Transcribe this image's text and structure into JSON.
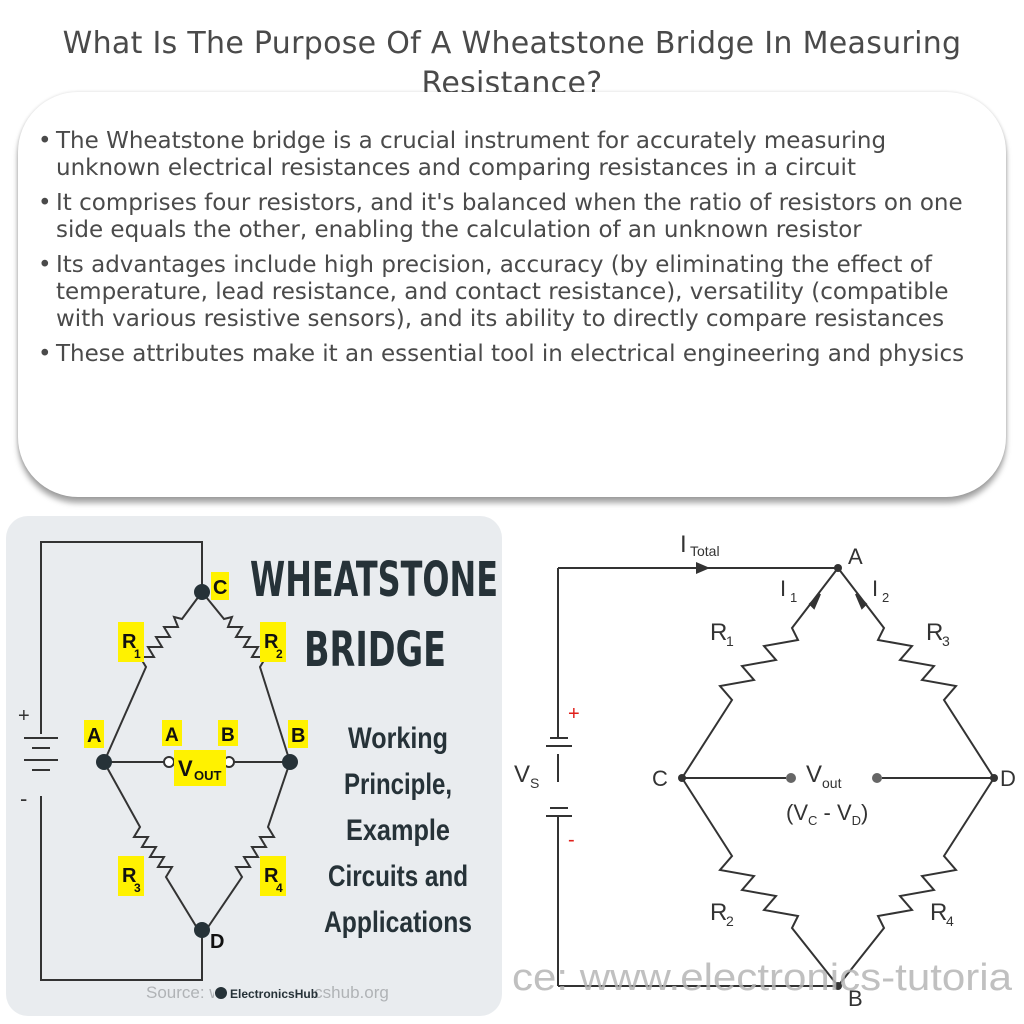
{
  "page_title": "What Is The Purpose Of A Wheatstone Bridge In Measuring Resistance?",
  "bullets": [
    "The Wheatstone bridge is a crucial instrument for accurately measuring unknown electrical resistances and comparing resistances in a circuit",
    "It comprises four resistors, and it's balanced when the ratio of resistors on one side equals the other, enabling the calculation of an unknown resistor",
    "Its advantages include high precision, accuracy (by eliminating the effect of temperature, lead resistance, and contact resistance), versatility (compatible with various resistive sensors), and its ability to directly compare resistances",
    "These attributes make it an essential tool in electrical engineering and physics"
  ],
  "left_image": {
    "heading_line1": "WHEATSTONE",
    "heading_line2": "BRIDGE",
    "subtitle_lines": [
      "Working",
      "Principle,",
      "Example",
      "Circuits and",
      "Applications"
    ],
    "nodes": {
      "a": "A",
      "b": "B",
      "c": "C",
      "d": "D"
    },
    "resistors": {
      "r1": "R",
      "r1_sub": "1",
      "r2": "R",
      "r2_sub": "2",
      "r3": "R",
      "r3_sub": "3",
      "r4": "R",
      "r4_sub": "4"
    },
    "vout": "V",
    "vout_sub": "OUT",
    "plus": "+",
    "minus": "-",
    "source_text": "Source: www.electronicshub.org",
    "logo_text": "ElectronicsHub",
    "label_color": "#fff200"
  },
  "right_image": {
    "i_total": "I",
    "i_total_sub": "Total",
    "i1": "I",
    "i1_sub": "1",
    "i2": "I",
    "i2_sub": "2",
    "nodes": {
      "a": "A",
      "b": "B",
      "c": "C",
      "d": "D"
    },
    "resistors": {
      "r1": "R",
      "r1_sub": "1",
      "r2": "R",
      "r2_sub": "2",
      "r3": "R",
      "r3_sub": "3",
      "r4": "R",
      "r4_sub": "4"
    },
    "vs": "V",
    "vs_sub": "S",
    "plus": "+",
    "minus": "-",
    "vout": "V",
    "vout_sub": "out",
    "vout_expr": "(V",
    "vout_expr_c": "C",
    "vout_expr_mid": " - V",
    "vout_expr_d": "D",
    "vout_expr_end": ")",
    "watermark": "ce: www.electronics-tutoria",
    "accent_color": "#e0201b"
  }
}
